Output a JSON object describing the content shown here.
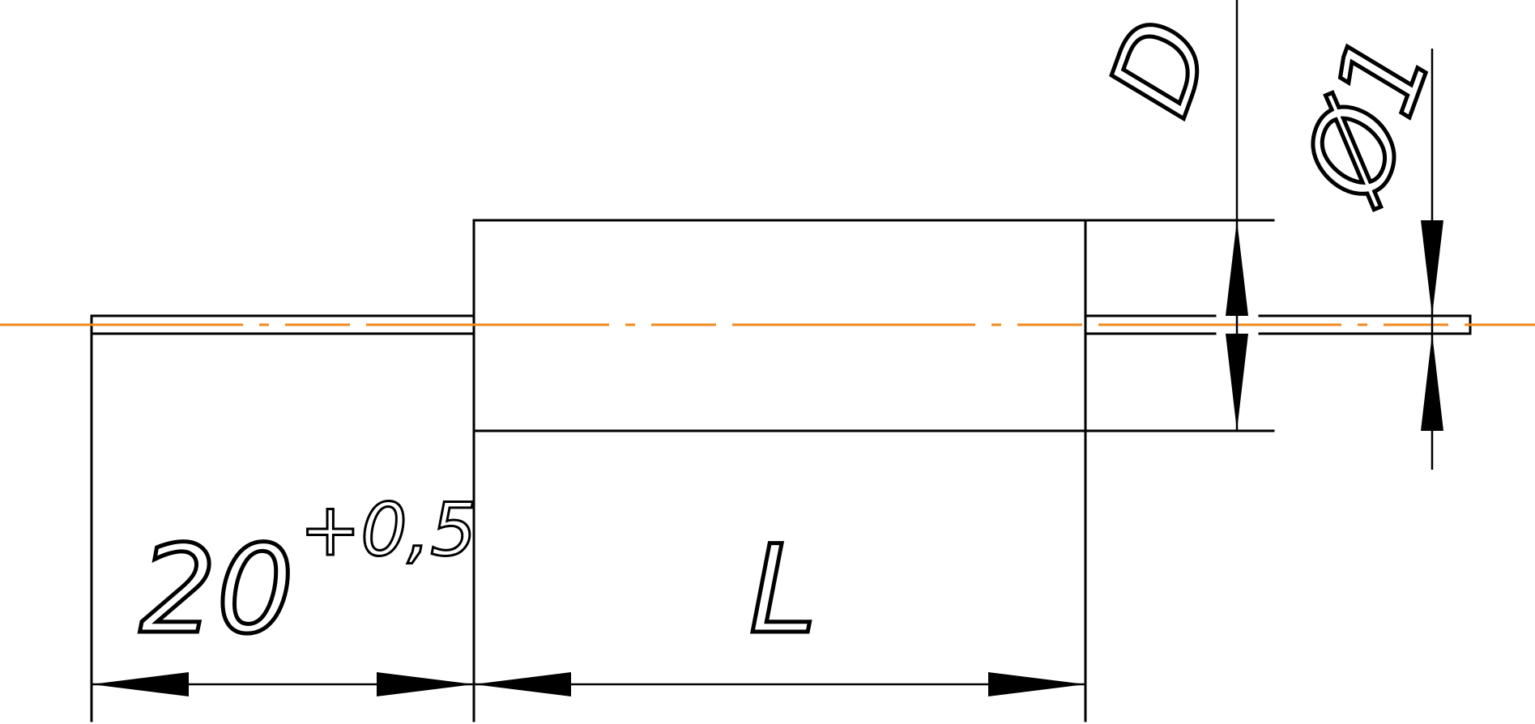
{
  "colors": {
    "line": "#000000",
    "centerline": "#f08a1e",
    "background": "#ffffff"
  },
  "dimensions": {
    "left_length": "20",
    "left_tolerance": "+0,5",
    "middle_length": "L",
    "outer_diameter": "D",
    "pin_diameter": "Ø1"
  }
}
